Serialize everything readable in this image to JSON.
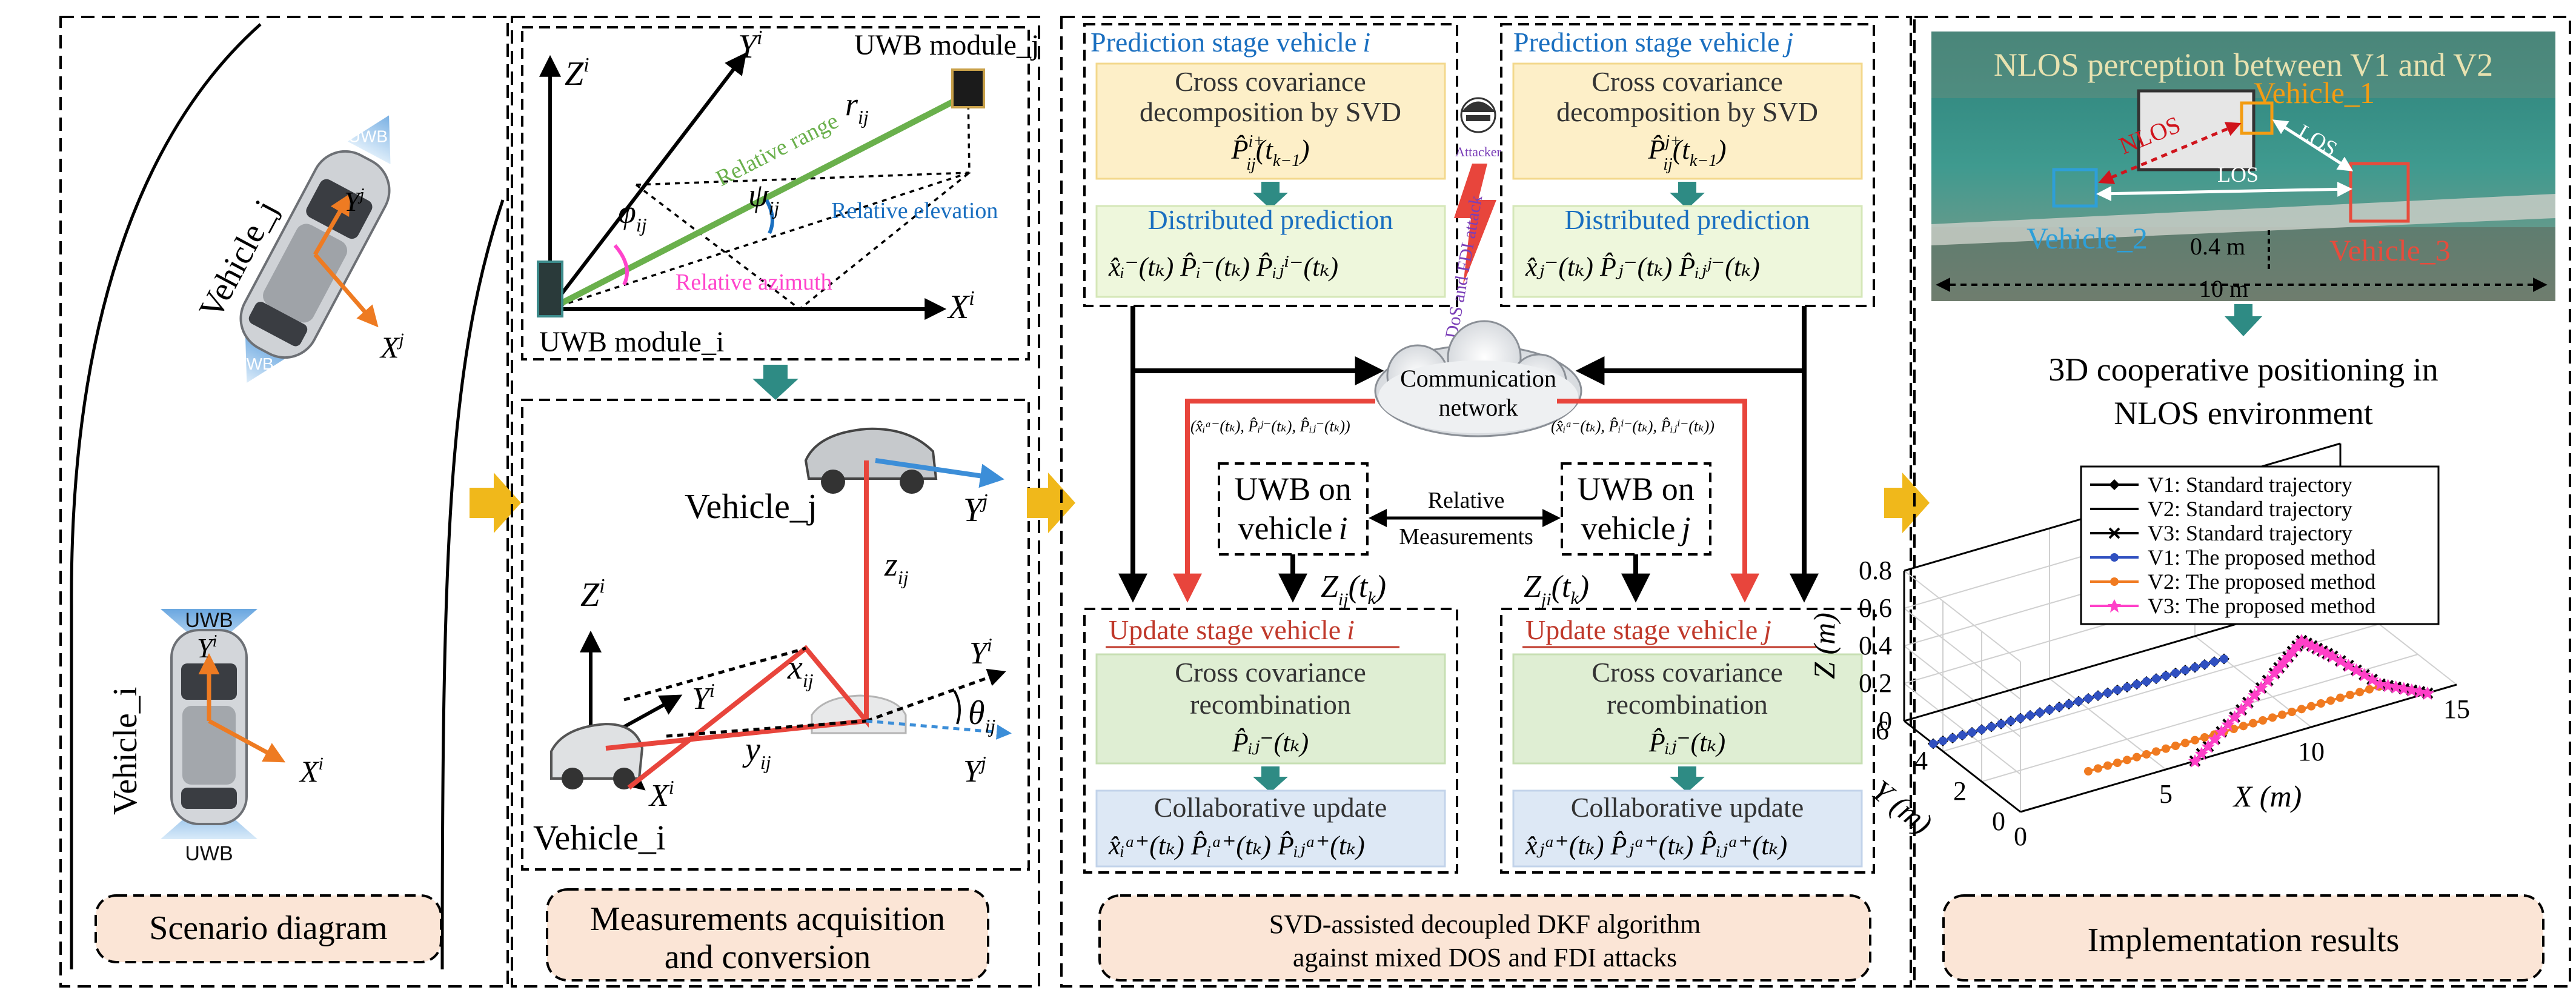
{
  "panel1": {
    "vehicle_j_label": "Vehicle_j",
    "vehicle_i_label": "Vehicle_i",
    "uwb": "UWB",
    "xj": "X",
    "xj_sup": "j",
    "yj": "Y",
    "yj_sup": "j",
    "xi": "X",
    "xi_sup": "i",
    "yi": "Y",
    "yi_sup": "i",
    "caption": "Scenario diagram"
  },
  "panel2": {
    "zi": "Z",
    "zi_sup": "i",
    "yi": "Y",
    "yi_sup": "i",
    "xi": "X",
    "xi_sup": "i",
    "module_j": "UWB module_j",
    "module_i": "UWB module_i",
    "r_ij": "r",
    "r_sub": "ij",
    "phi": "φ",
    "phi_sub": "ij",
    "psi": "ψ",
    "psi_sub": "ij",
    "relative_range": "Relative range",
    "relative_elevation": "Relative elevation",
    "relative_azimuth": "Relative azimuth",
    "vehicle_j": "Vehicle_j",
    "vehicle_i": "Vehicle_i",
    "z_ij": "z",
    "z_sub": "ij",
    "x_ij": "x",
    "x_sub": "ij",
    "y_ij": "y",
    "y_sub": "ij",
    "theta": "θ",
    "theta_sub": "ij",
    "caption_line1": "Measurements acquisition",
    "caption_line2": "and conversion"
  },
  "panel3": {
    "pred_i_title": "Prediction stage vehicle",
    "pred_i_var": "i",
    "pred_j_title": "Prediction stage vehicle",
    "pred_j_var": "j",
    "cross_cov_line1": "Cross covariance",
    "cross_cov_line2": "decomposition by SVD",
    "p_hat": "P̂",
    "p_i_sup": "i+",
    "p_i_sub": "ij",
    "p_j_sup": "j+",
    "p_j_sub": "ij",
    "tkm1": "(t",
    "tkm1_sub": "k−1",
    "distributed_prediction": "Distributed prediction",
    "attacker": "Attacker",
    "attack_label": "DoS and FDI attack",
    "comm_line1": "Communication",
    "comm_line2": "network",
    "msg_left": "(x̂ᵢᵃ⁻(tₖ), P̂ᵢʲ⁻(tₖ), P̂ᵢⱼ⁻(tₖ))",
    "msg_right": "(x̂ᵢᵃ⁻(tₖ), P̂ᵢⁱ⁻(tₖ), P̂ᵢⱼⁱ⁻(tₖ))",
    "uwb_on_i_line1": "UWB on",
    "uwb_on_i_line2": "vehicle",
    "uwb_on_i_var": "i",
    "uwb_on_j_line1": "UWB on",
    "uwb_on_j_line2": "vehicle",
    "uwb_on_j_var": "j",
    "relative": "Relative",
    "measurements": "Measurements",
    "z_ij": "Z",
    "z_ij_sub": "ij",
    "z_ji": "Z",
    "z_ji_sub": "ji",
    "tk": "(t",
    "tk_sub": "k",
    "update_i_title": "Update stage vehicle",
    "update_i_var": "i",
    "update_j_title": "Update stage vehicle",
    "update_j_var": "j",
    "recomb_line1": "Cross covariance",
    "recomb_line2": "recombination",
    "collab_update": "Collaborative update",
    "caption_line1": "SVD-assisted decoupled DKF algorithm",
    "caption_line2": "against mixed DOS and FDI attacks"
  },
  "panel4": {
    "photo_title": "NLOS perception between V1 and V2",
    "vehicle_1": "Vehicle_1",
    "vehicle_2": "Vehicle_2",
    "vehicle_3": "Vehicle_3",
    "nlos": "NLOS",
    "los": "LOS",
    "dist_04": "0.4 m",
    "dist_10": "10 m",
    "heading_line1": "3D cooperative positioning in",
    "heading_line2": "NLOS environment",
    "caption": "Implementation results",
    "colors": {
      "vehicle_1": "#f39c12",
      "vehicle_2": "#2e9fd8",
      "vehicle_3": "#e74c3c",
      "pred_header": "#1a6fc0",
      "update_header": "#c0392b",
      "cross_cov_fill": "#fdefc8",
      "dist_pred_fill": "#eef7dc",
      "recomb_fill": "#dfeed3",
      "collab_fill": "#dde8f5",
      "caption_fill": "#fbe5d6",
      "arrow_teal": "#2e8b84",
      "arrow_gold": "#f0b81b",
      "attack_red": "#e8453c"
    }
  },
  "chart_data": {
    "type": "line",
    "xlabel": "X (m)",
    "ylabel": "Y (m)",
    "zlabel": "Z (m)",
    "xlim": [
      0,
      15
    ],
    "ylim": [
      0,
      6
    ],
    "zlim": [
      0,
      0.8
    ],
    "x_ticks": [
      "0",
      "5",
      "10",
      "15"
    ],
    "y_ticks": [
      "0",
      "2",
      "4",
      "6"
    ],
    "z_ticks": [
      "0",
      "0.2",
      "0.4",
      "0.6",
      "0.8"
    ],
    "legend_position": "top",
    "series": [
      {
        "name": "V1: Standard trajectory",
        "color": "#000000",
        "marker": "diamond",
        "points": [
          [
            0,
            4.5,
            0
          ],
          [
            2,
            4.5,
            0
          ],
          [
            4,
            4.5,
            0
          ],
          [
            6,
            4.5,
            0
          ],
          [
            8,
            4.5,
            0
          ],
          [
            10,
            4.5,
            0
          ]
        ]
      },
      {
        "name": "V2: Standard trajectory",
        "color": "#000000",
        "marker": "none",
        "points": [
          [
            3,
            1,
            0
          ],
          [
            5,
            1,
            0
          ],
          [
            7,
            1,
            0
          ],
          [
            9,
            1,
            0
          ],
          [
            11,
            1,
            0
          ],
          [
            13,
            1,
            0
          ]
        ]
      },
      {
        "name": "V3: Standard trajectory",
        "color": "#000000",
        "marker": "x",
        "points": [
          [
            6,
            0,
            0
          ],
          [
            7.5,
            0.2,
            0.15
          ],
          [
            9,
            0.4,
            0.3
          ],
          [
            10,
            0.5,
            0.42
          ],
          [
            11,
            0.4,
            0.3
          ],
          [
            12.5,
            0.2,
            0.1
          ],
          [
            14,
            0,
            0
          ]
        ]
      },
      {
        "name": "V1: The proposed method",
        "color": "#3050c0",
        "marker": "circle",
        "points": [
          [
            0,
            4.5,
            0
          ],
          [
            2,
            4.5,
            0
          ],
          [
            4,
            4.5,
            0
          ],
          [
            6,
            4.5,
            0
          ],
          [
            8,
            4.5,
            0
          ],
          [
            10,
            4.5,
            0
          ]
        ]
      },
      {
        "name": "V2: The proposed method",
        "color": "#f07a20",
        "marker": "circle",
        "points": [
          [
            3,
            1,
            0
          ],
          [
            5,
            1,
            0
          ],
          [
            7,
            1,
            0
          ],
          [
            9,
            1,
            0
          ],
          [
            11,
            1,
            0
          ],
          [
            13,
            1,
            0
          ]
        ]
      },
      {
        "name": "V3: The proposed method",
        "color": "#ff40c8",
        "marker": "star",
        "points": [
          [
            6,
            0,
            0
          ],
          [
            7.5,
            0.2,
            0.15
          ],
          [
            9,
            0.4,
            0.3
          ],
          [
            10,
            0.5,
            0.42
          ],
          [
            11,
            0.4,
            0.3
          ],
          [
            12.5,
            0.2,
            0.1
          ],
          [
            14,
            0,
            0
          ]
        ]
      }
    ]
  }
}
